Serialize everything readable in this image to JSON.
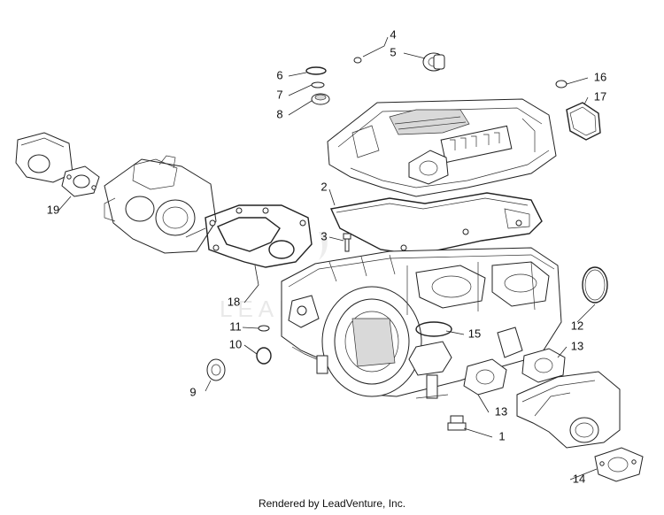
{
  "diagram": {
    "watermark": "LEADVENTURE",
    "callouts": [
      {
        "id": "1",
        "label": "1"
      },
      {
        "id": "2",
        "label": "2"
      },
      {
        "id": "3",
        "label": "3"
      },
      {
        "id": "4",
        "label": "4"
      },
      {
        "id": "5",
        "label": "5"
      },
      {
        "id": "6",
        "label": "6"
      },
      {
        "id": "7",
        "label": "7"
      },
      {
        "id": "8",
        "label": "8"
      },
      {
        "id": "9",
        "label": "9"
      },
      {
        "id": "10",
        "label": "10"
      },
      {
        "id": "11",
        "label": "11"
      },
      {
        "id": "12",
        "label": "12"
      },
      {
        "id": "13a",
        "label": "13"
      },
      {
        "id": "13b",
        "label": "13"
      },
      {
        "id": "14",
        "label": "14"
      },
      {
        "id": "15",
        "label": "15"
      },
      {
        "id": "16",
        "label": "16"
      },
      {
        "id": "17",
        "label": "17"
      },
      {
        "id": "18",
        "label": "18"
      },
      {
        "id": "19",
        "label": "19"
      }
    ]
  },
  "footer": {
    "credit": "Rendered by LeadVenture, Inc."
  }
}
